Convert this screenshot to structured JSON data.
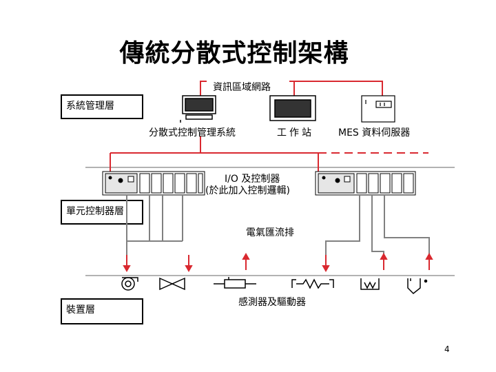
{
  "title": "傳統分散式控制架構",
  "layers": {
    "system": "系統管理層",
    "unit": "單元控制器層",
    "device": "裝置層"
  },
  "labels": {
    "info_network": "資訊區域網路",
    "dcs_system": "分散式控制管理系統",
    "workstation": "工作站",
    "mes_server": "MES 資料伺服器",
    "io_controller": "I/O 及控制器",
    "io_note": "(於此加入控制邏輯)",
    "busbar": "電氣匯流排",
    "sensors": "感測器及驅動器"
  },
  "page_number": "4",
  "colors": {
    "network": "#d9282f",
    "wiring": "#808080",
    "outline": "#000000"
  }
}
